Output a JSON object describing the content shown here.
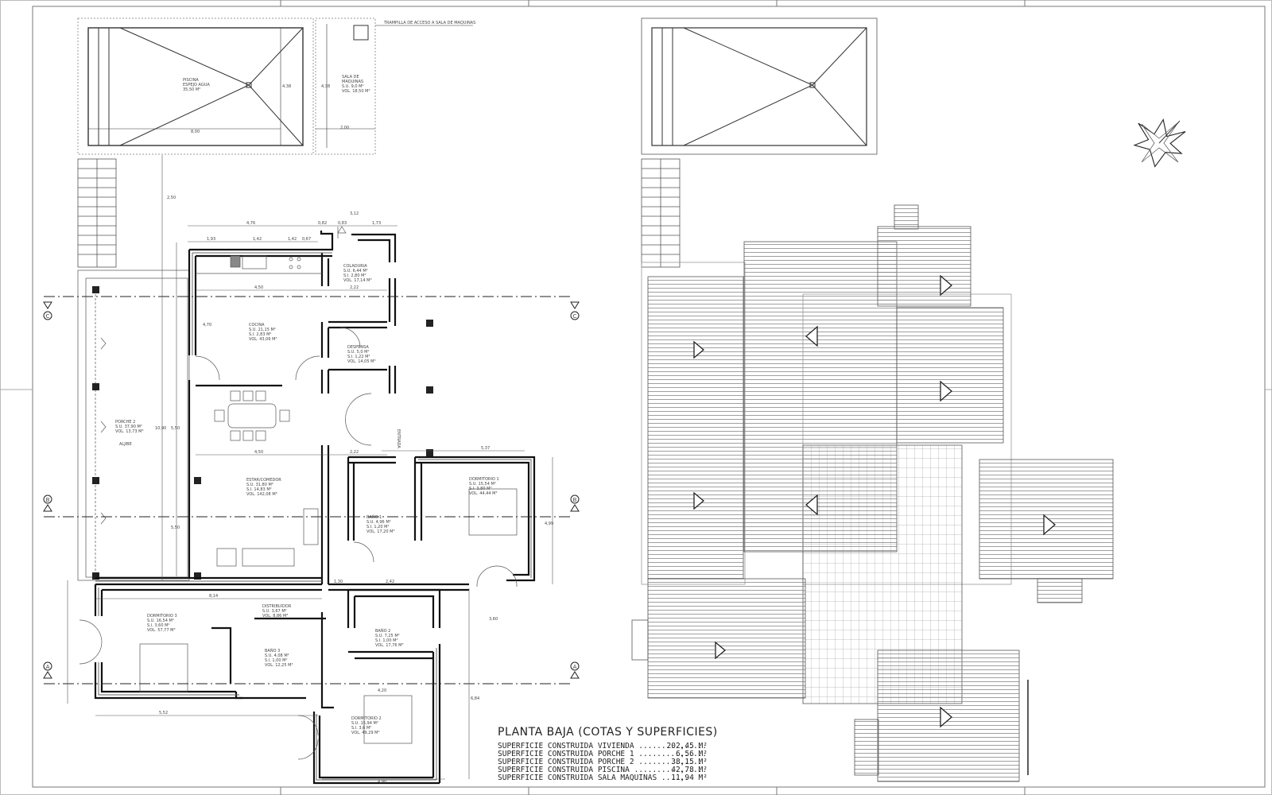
{
  "sheet": {
    "title": "PLANTA BAJA (COTAS Y SUPERFICIES)",
    "hatch_note": "TRAMPILLA DE ACCESO A SALA DE MAQUINAS"
  },
  "summary": [
    {
      "label": "SUPERFICIE CONSTRUIDA VIVIENDA ...............",
      "value": "202,45 M²"
    },
    {
      "label": "SUPERFICIE CONSTRUIDA PORCHE 1 ...............",
      "value": "6,56 M²"
    },
    {
      "label": "SUPERFICIE CONSTRUIDA PORCHE 2 ..............",
      "value": "38,15 M²"
    },
    {
      "label": "SUPERFICIE CONSTRUIDA PISCINA ................",
      "value": "42,78 M²"
    },
    {
      "label": "SUPERFICIE CONSTRUIDA SALA MAQUINAS ......",
      "value": "11,94 M²"
    }
  ],
  "rooms": {
    "piscina": {
      "name": "PISCINA",
      "l1": "ESPEJO AGUA",
      "l2": "35,50 M²"
    },
    "sala": {
      "name": "SALA DE",
      "l1": "MAQUINAS",
      "l2": "S.U.   9,0 M²",
      "l3": "VOL.  18,50 M³"
    },
    "cocina": {
      "name": "COCINA",
      "l1": "S.U.   21,15 M²",
      "l2": "S.I.    2,83 M²",
      "l3": "VOL.  43,06 M³"
    },
    "coladuria": {
      "name": "COLADURIA",
      "l1": "S.U.   6,44 M²",
      "l2": "S.I.    2,80 M²",
      "l3": "VOL.  17,14 M³"
    },
    "despensa": {
      "name": "DESPENSA",
      "l1": "S.U.   5,0 M²",
      "l2": "S.I.    1,22 M²",
      "l3": "VOL.  14,05 M³"
    },
    "porche2": {
      "name": "PORCHE 2",
      "l1": "S.U.   37,90 M²",
      "l2": "VOL.  13,73 M³",
      "l3": "ALJIBE"
    },
    "estar": {
      "name": "ESTAR/COMEDOR",
      "l1": "S.U.   31,80 M²",
      "l2": "S.I.    14,83 M²",
      "l3": "VOL.  142,08 M³"
    },
    "dorm1": {
      "name": "DORMITORIO 1",
      "l1": "S.U.   15,54 M²",
      "l2": "S.I.    3,80 M²",
      "l3": "VOL.  44,44 M³"
    },
    "bano1": {
      "name": "BAÑO 1",
      "l1": "S.U.   4,96 M²",
      "l2": "S.I.    1,20 M²",
      "l3": "VOL.  17,20 M³"
    },
    "dorm3": {
      "name": "DORMITORIO 3",
      "l1": "S.U.   16,54 M²",
      "l2": "S.I.    3,60 M²",
      "l3": "VOL.  57,77 M³"
    },
    "distribuidor": {
      "name": "DISTRIBUIDOR",
      "l1": "S.U.   3,67 M²",
      "l2": "VOL.  8,86 M³"
    },
    "bano3": {
      "name": "BAÑO 3",
      "l1": "S.U.   4,08 M²",
      "l2": "S.I.    1,00 M²",
      "l3": "VOL.  12,25 M³"
    },
    "bano2": {
      "name": "BAÑO 2",
      "l1": "S.U.   7,25 M²",
      "l2": "S.I.    1,00 M²",
      "l3": "VOL.  17,76 M³"
    },
    "dorm2": {
      "name": "DORMITORIO 2",
      "l1": "S.U.   15,94 M²",
      "l2": "S.I.    3,6 M²",
      "l3": "VOL.  49,29 M³"
    },
    "entrada": {
      "name": "ENTRADA"
    }
  },
  "axes": {
    "a": "A",
    "b": "B",
    "c": "C"
  },
  "dims": {
    "d1": "8,00",
    "d2": "4,38",
    "d3": "2,00",
    "d4": "4,38",
    "d5": "2,50",
    "d6": "4,76",
    "d7": "0,82",
    "d8": "0,83",
    "d9": "1,73",
    "d10": "3,12",
    "d11": "1,93",
    "d12": "1,42",
    "d13": "1,42",
    "d14": "0,67",
    "d15": "4,50",
    "d16": "2,22",
    "d17": "4,70",
    "d18": "10,90",
    "d19": "5,50",
    "d20": "5,50",
    "d21": "4,50",
    "d22": "2,22",
    "d23": "5,37",
    "d24": "8,14",
    "d25": "5,52",
    "d26": "4,20",
    "d27": "4,99",
    "d28": "3,60",
    "d29": "2,42",
    "d30": "1,30",
    "d31": "6,84",
    "d32": "4,90"
  }
}
